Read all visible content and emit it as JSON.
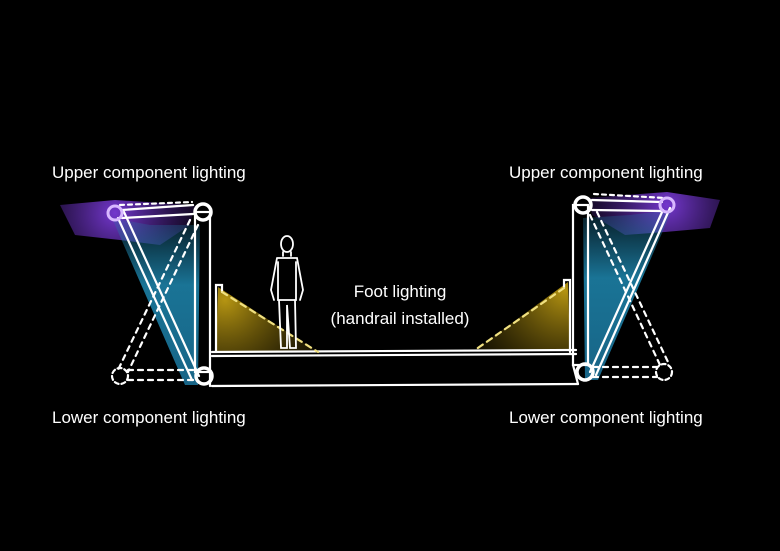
{
  "labels": {
    "upper_left": "Upper component lighting",
    "upper_right": "Upper component lighting",
    "lower_left": "Lower component lighting",
    "lower_right": "Lower component lighting",
    "foot_line1": "Foot lighting",
    "foot_line2": "(handrail installed)"
  },
  "colors": {
    "upper_light": "#6a2fc0",
    "lower_light": "#1f8db5",
    "foot_light": "#b59a10",
    "linework": "#ffffff"
  }
}
